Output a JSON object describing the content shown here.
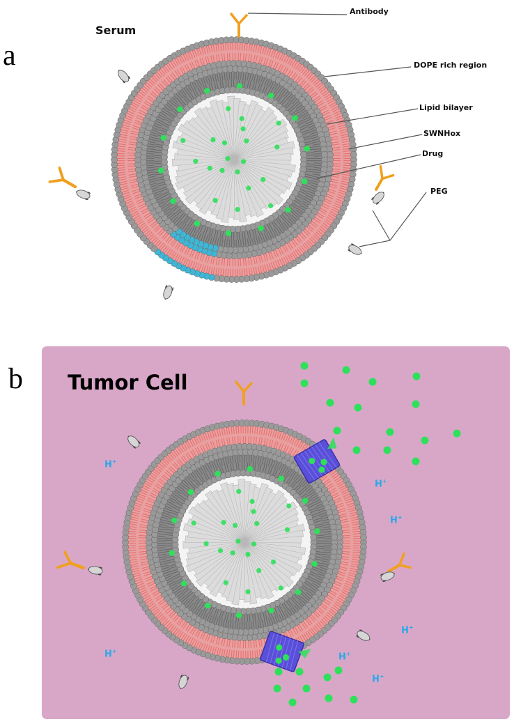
{
  "panels": {
    "a": {
      "letter": "a",
      "environment": "Serum",
      "labels": {
        "antibody": "Antibody",
        "dope": "DOPE rich region",
        "lipid": "Lipid bilayer",
        "swnhox": "SWNHox",
        "drug": "Drug",
        "peg": "PEG"
      }
    },
    "b": {
      "letter": "b",
      "environment": "Tumor Cell",
      "proton": "H",
      "proton_charge": "+"
    }
  },
  "colors": {
    "lipid_head": "#9a9a9a",
    "lipid_tail_outer": "#e87070",
    "lipid_tail_inner": "#6a6a6a",
    "dope": "#3fb6d6",
    "drug": "#2ee05a",
    "channel": "#5a4fd8",
    "antibody": "#f0a020",
    "nanohorn": "#dcdcdc",
    "tumor_bg": "#d8a7c8",
    "proton": "#2aa8e8"
  }
}
